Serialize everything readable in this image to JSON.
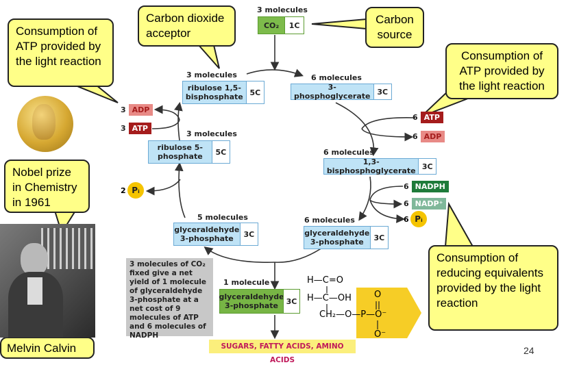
{
  "callouts": {
    "co2_acceptor": "Carbon dioxide acceptor",
    "carbon_source": "Carbon source",
    "atp_left": "Consumption of ATP provided by the light reaction",
    "atp_right": "Consumption of ATP provided by the light reaction",
    "nobel": "Nobel prize in Chemistry in 1961",
    "reducing": "Consumption of reducing equivalents provided by the light reaction",
    "calvin": "Melvin Calvin"
  },
  "cycle": {
    "co2": {
      "count": "3 molecules",
      "name": "CO₂",
      "carbons": "1C"
    },
    "rubp": {
      "count": "3 molecules",
      "name": "ribulose 1,5-bisphosphate",
      "carbons": "5C"
    },
    "pga": {
      "count": "6 molecules",
      "name": "3-phosphoglycerate",
      "carbons": "3C"
    },
    "bpg": {
      "count": "6 molecules",
      "name": "1,3-bisphosphoglycerate",
      "carbons": "3C"
    },
    "g3p_right": {
      "count": "6 molecules",
      "name": "glyceraldehyde 3-phosphate",
      "carbons": "3C"
    },
    "g3p_left": {
      "count": "5 molecules",
      "name": "glyceraldehyde 3-phosphate",
      "carbons": "3C"
    },
    "ru5p": {
      "count": "3 molecules",
      "name": "ribulose 5-phosphate",
      "carbons": "5C"
    },
    "g3p_out": {
      "count": "1 molecule",
      "name": "glyceraldehyde 3-phosphate",
      "carbons": "3C"
    }
  },
  "cofactors": {
    "left_adp": {
      "n": "3",
      "label": "ADP"
    },
    "left_atp": {
      "n": "3",
      "label": "ATP"
    },
    "right_atp": {
      "n": "6",
      "label": "ATP"
    },
    "right_adp": {
      "n": "6",
      "label": "ADP"
    },
    "nadph": {
      "n": "6",
      "label": "NADPH"
    },
    "nadp": {
      "n": "6",
      "label": "NADP⁺"
    },
    "pi_right": {
      "n": "6",
      "label": "Pᵢ"
    },
    "pi_left": {
      "n": "2",
      "label": "Pᵢ"
    }
  },
  "summary": "3 molecules of CO₂ fixed give a net yield of 1 molecule of glyceraldehyde 3-phosphate at a net cost of 9 molecules of ATP and 6 molecules of NADPH",
  "products": "SUGARS, FATTY ACIDS, AMINO ACIDS",
  "structure": {
    "row1": "H—C=O",
    "row2": "H—C—OH",
    "row3": "CH₂—O—P—O⁻",
    "p_o_top": "O",
    "p_o_bottom": "O⁻",
    "p_minus": "O⁻"
  },
  "page_number": "24",
  "colors": {
    "callout_fill": "#ffff88",
    "box_fill": "#bfe3f6",
    "atp_red": "#a51c1c",
    "adp_pink": "#e88a86",
    "nadph_green": "#1e7b3a",
    "nadp_green": "#7fb89a",
    "co2_green": "#7dbb4b",
    "g3p_green": "#77b545",
    "pi_yellow": "#f5c400",
    "summary_gray": "#c8c8c8",
    "product_yellow": "#fbef7c"
  }
}
